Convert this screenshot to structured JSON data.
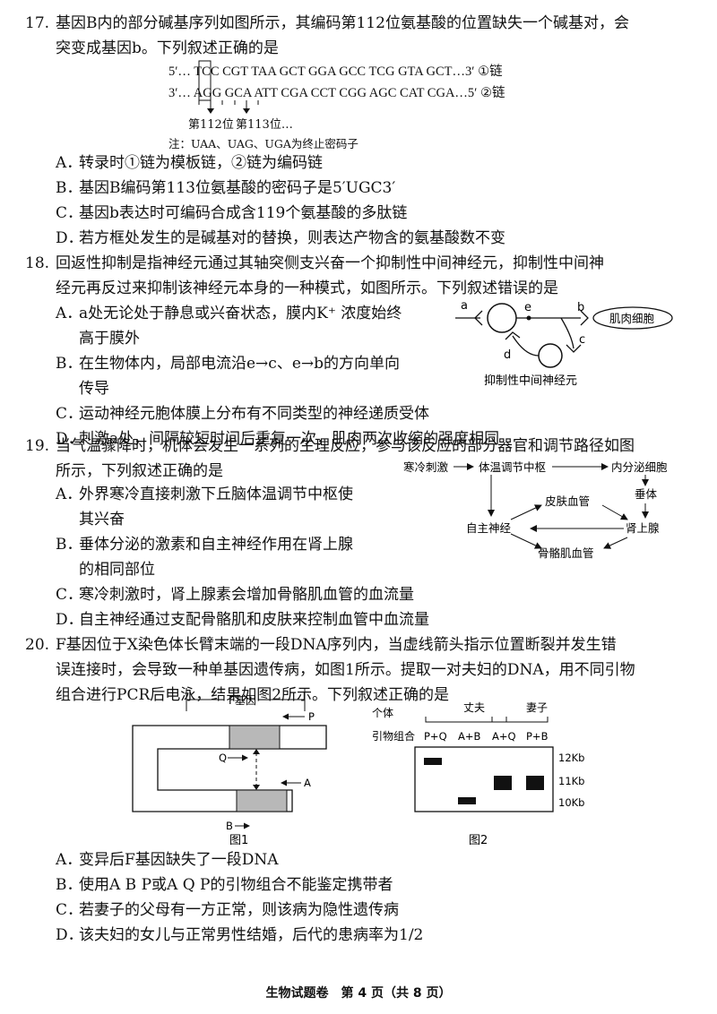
{
  "q17": {
    "num": "17.",
    "line1": "基因B内的部分碱基序列如图所示，其编码第112位氨基酸的位置缺失一个碱基对，会",
    "line2": "突变成基因b。下列叙述正确的是",
    "strand1": "5′… TCC CGT TAA GCT GGA GCC TCG GTA GCT…3′ ①链",
    "strand2": "3′… AGG GCA ATT CGA CCT CGG AGC CAT CGA…5′ ②链",
    "pos112": "第112位",
    "pos113": "第113位…",
    "note": "注：UAA、UAG、UGA为终止密码子",
    "options": [
      {
        "letter": "A．",
        "text": "转录时①链为模板链，②链为编码链"
      },
      {
        "letter": "B．",
        "text": "基因B编码第113位氨基酸的密码子是5′UGC3′"
      },
      {
        "letter": "C．",
        "text": "基因b表达时可编码合成含119个氨基酸的多肽链"
      },
      {
        "letter": "D．",
        "text": "若方框处发生的是碱基对的替换，则表达产物含的氨基酸数不变"
      }
    ]
  },
  "q18": {
    "num": "18.",
    "line1": "回返性抑制是指神经元通过其轴突侧支兴奋一个抑制性中间神经元，抑制性中间神",
    "line2": "经元再反过来抑制该神经元本身的一种模式，如图所示。下列叙述错误的是",
    "options": [
      {
        "letter": "A．",
        "text": "a处无论处于静息或兴奋状态，膜内K⁺ 浓度始终",
        "text2": "高于膜外"
      },
      {
        "letter": "B．",
        "text": "在生物体内，局部电流沿e→c、e→b的方向单向",
        "text2": "传导"
      },
      {
        "letter": "C．",
        "text": "运动神经元胞体膜上分布有不同类型的神经递质受体"
      },
      {
        "letter": "D．",
        "text": "刺激a处，间隔较短时间后重复一次，肌肉两次收缩的强度相同"
      }
    ],
    "diagram": {
      "a": "a",
      "b": "b",
      "c": "c",
      "d": "d",
      "e": "e",
      "muscle": "肌肉细胞",
      "inhib": "抑制性中间神经元"
    }
  },
  "q19": {
    "num": "19.",
    "line1": "当气温骤降时，机体会发生一系列的生理反应，参与该反应的部分器官和调节路径如图",
    "line2": "所示，下列叙述正确的是",
    "options": [
      {
        "letter": "A．",
        "text": "外界寒冷直接刺激下丘脑体温调节中枢使",
        "text2": "其兴奋"
      },
      {
        "letter": "B．",
        "text": "垂体分泌的激素和自主神经作用在肾上腺",
        "text2": "的相同部位"
      },
      {
        "letter": "C．",
        "text": "寒冷刺激时，肾上腺素会增加骨骼肌血管的血流量"
      },
      {
        "letter": "D．",
        "text": "自主神经通过支配骨骼肌和皮肤来控制血管中血流量"
      }
    ],
    "diagram": {
      "cold": "寒冷刺激",
      "center": "体温调节中枢",
      "endo": "内分泌细胞",
      "pituitary": "垂体",
      "skin": "皮肤血管",
      "auto": "自主神经",
      "adrenal": "肾上腺",
      "muscle": "骨骼肌血管"
    }
  },
  "q20": {
    "num": "20.",
    "line1": "F基因位于X染色体长臂末端的一段DNA序列内，当虚线箭头指示位置断裂并发生错",
    "line2": "误连接时，会导致一种单基因遗传病，如图1所示。提取一对夫妇的DNA，用不同引物",
    "line3": "组合进行PCR后电泳，结果如图2所示。下列叙述正确的是",
    "fig1": {
      "gene": "F基因",
      "P": "P",
      "Q": "Q",
      "A": "A",
      "B": "B",
      "caption": "图1"
    },
    "fig2": {
      "individual": "个体",
      "husband": "丈夫",
      "wife": "妻子",
      "primer": "引物组合",
      "lanes": [
        "P+Q",
        "A+B",
        "A+Q",
        "P+B"
      ],
      "sizes": [
        "12Kb",
        "11Kb",
        "10Kb"
      ],
      "caption": "图2"
    },
    "options": [
      {
        "letter": "A．",
        "text": "变异后F基因缺失了一段DNA"
      },
      {
        "letter": "B．",
        "text": "使用A B P或A Q P的引物组合不能鉴定携带者"
      },
      {
        "letter": "C．",
        "text": "若妻子的父母有一方正常，则该病为隐性遗传病"
      },
      {
        "letter": "D．",
        "text": "该夫妇的女儿与正常男性结婚，后代的患病率为1/2"
      }
    ]
  },
  "footer": "生物试题卷　第 4 页（共 8 页）"
}
